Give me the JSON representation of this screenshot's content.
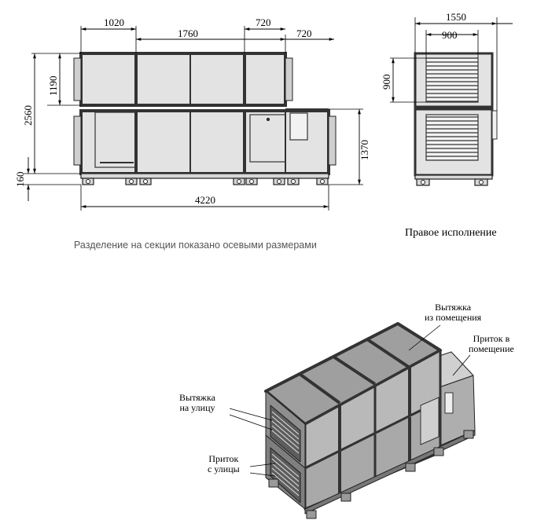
{
  "front_view": {
    "dims": {
      "d1020": "1020",
      "d1760": "1760",
      "d720a": "720",
      "d720b": "720",
      "d1190": "1190",
      "d2560": "2560",
      "d1370": "1370",
      "d160": "160",
      "d4220": "4220"
    }
  },
  "side_view": {
    "dims": {
      "d1550": "1550",
      "d900w": "900",
      "d900h": "900"
    },
    "caption": "Правое исполнение"
  },
  "note": "Разделение на секции показано осевыми размерами",
  "iso_view": {
    "callouts": {
      "exhaust_room_1": "Вытяжка",
      "exhaust_room_2": "из помещения",
      "supply_room_1": "Приток в",
      "supply_room_2": "помещение",
      "exhaust_out_1": "Вытяжка",
      "exhaust_out_2": "на улицу",
      "supply_out_1": "Приток",
      "supply_out_2": "с улицы"
    }
  }
}
